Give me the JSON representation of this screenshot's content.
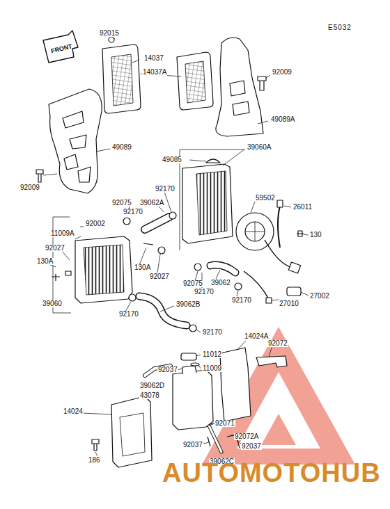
{
  "diagram": {
    "labels": [
      "E5032",
      "FRONT",
      "92015",
      "14037",
      "14037A",
      "92009",
      "49089A",
      "49089",
      "92009",
      "49085",
      "39060A",
      "92170",
      "59502",
      "26011",
      "92075",
      "39062A",
      "92170",
      "92002",
      "130",
      "11009A",
      "92027",
      "130A",
      "130A",
      "92027",
      "39060",
      "92075",
      "39062",
      "92170",
      "39062B",
      "92170",
      "27002",
      "27010",
      "92170",
      "92170",
      "14024A",
      "92072",
      "11012",
      "92037",
      "11009",
      "39062D",
      "43078",
      "14024",
      "92071",
      "92072A",
      "92037",
      "92037",
      "186",
      "39062C",
      "AUTOMOTOHUB"
    ]
  }
}
